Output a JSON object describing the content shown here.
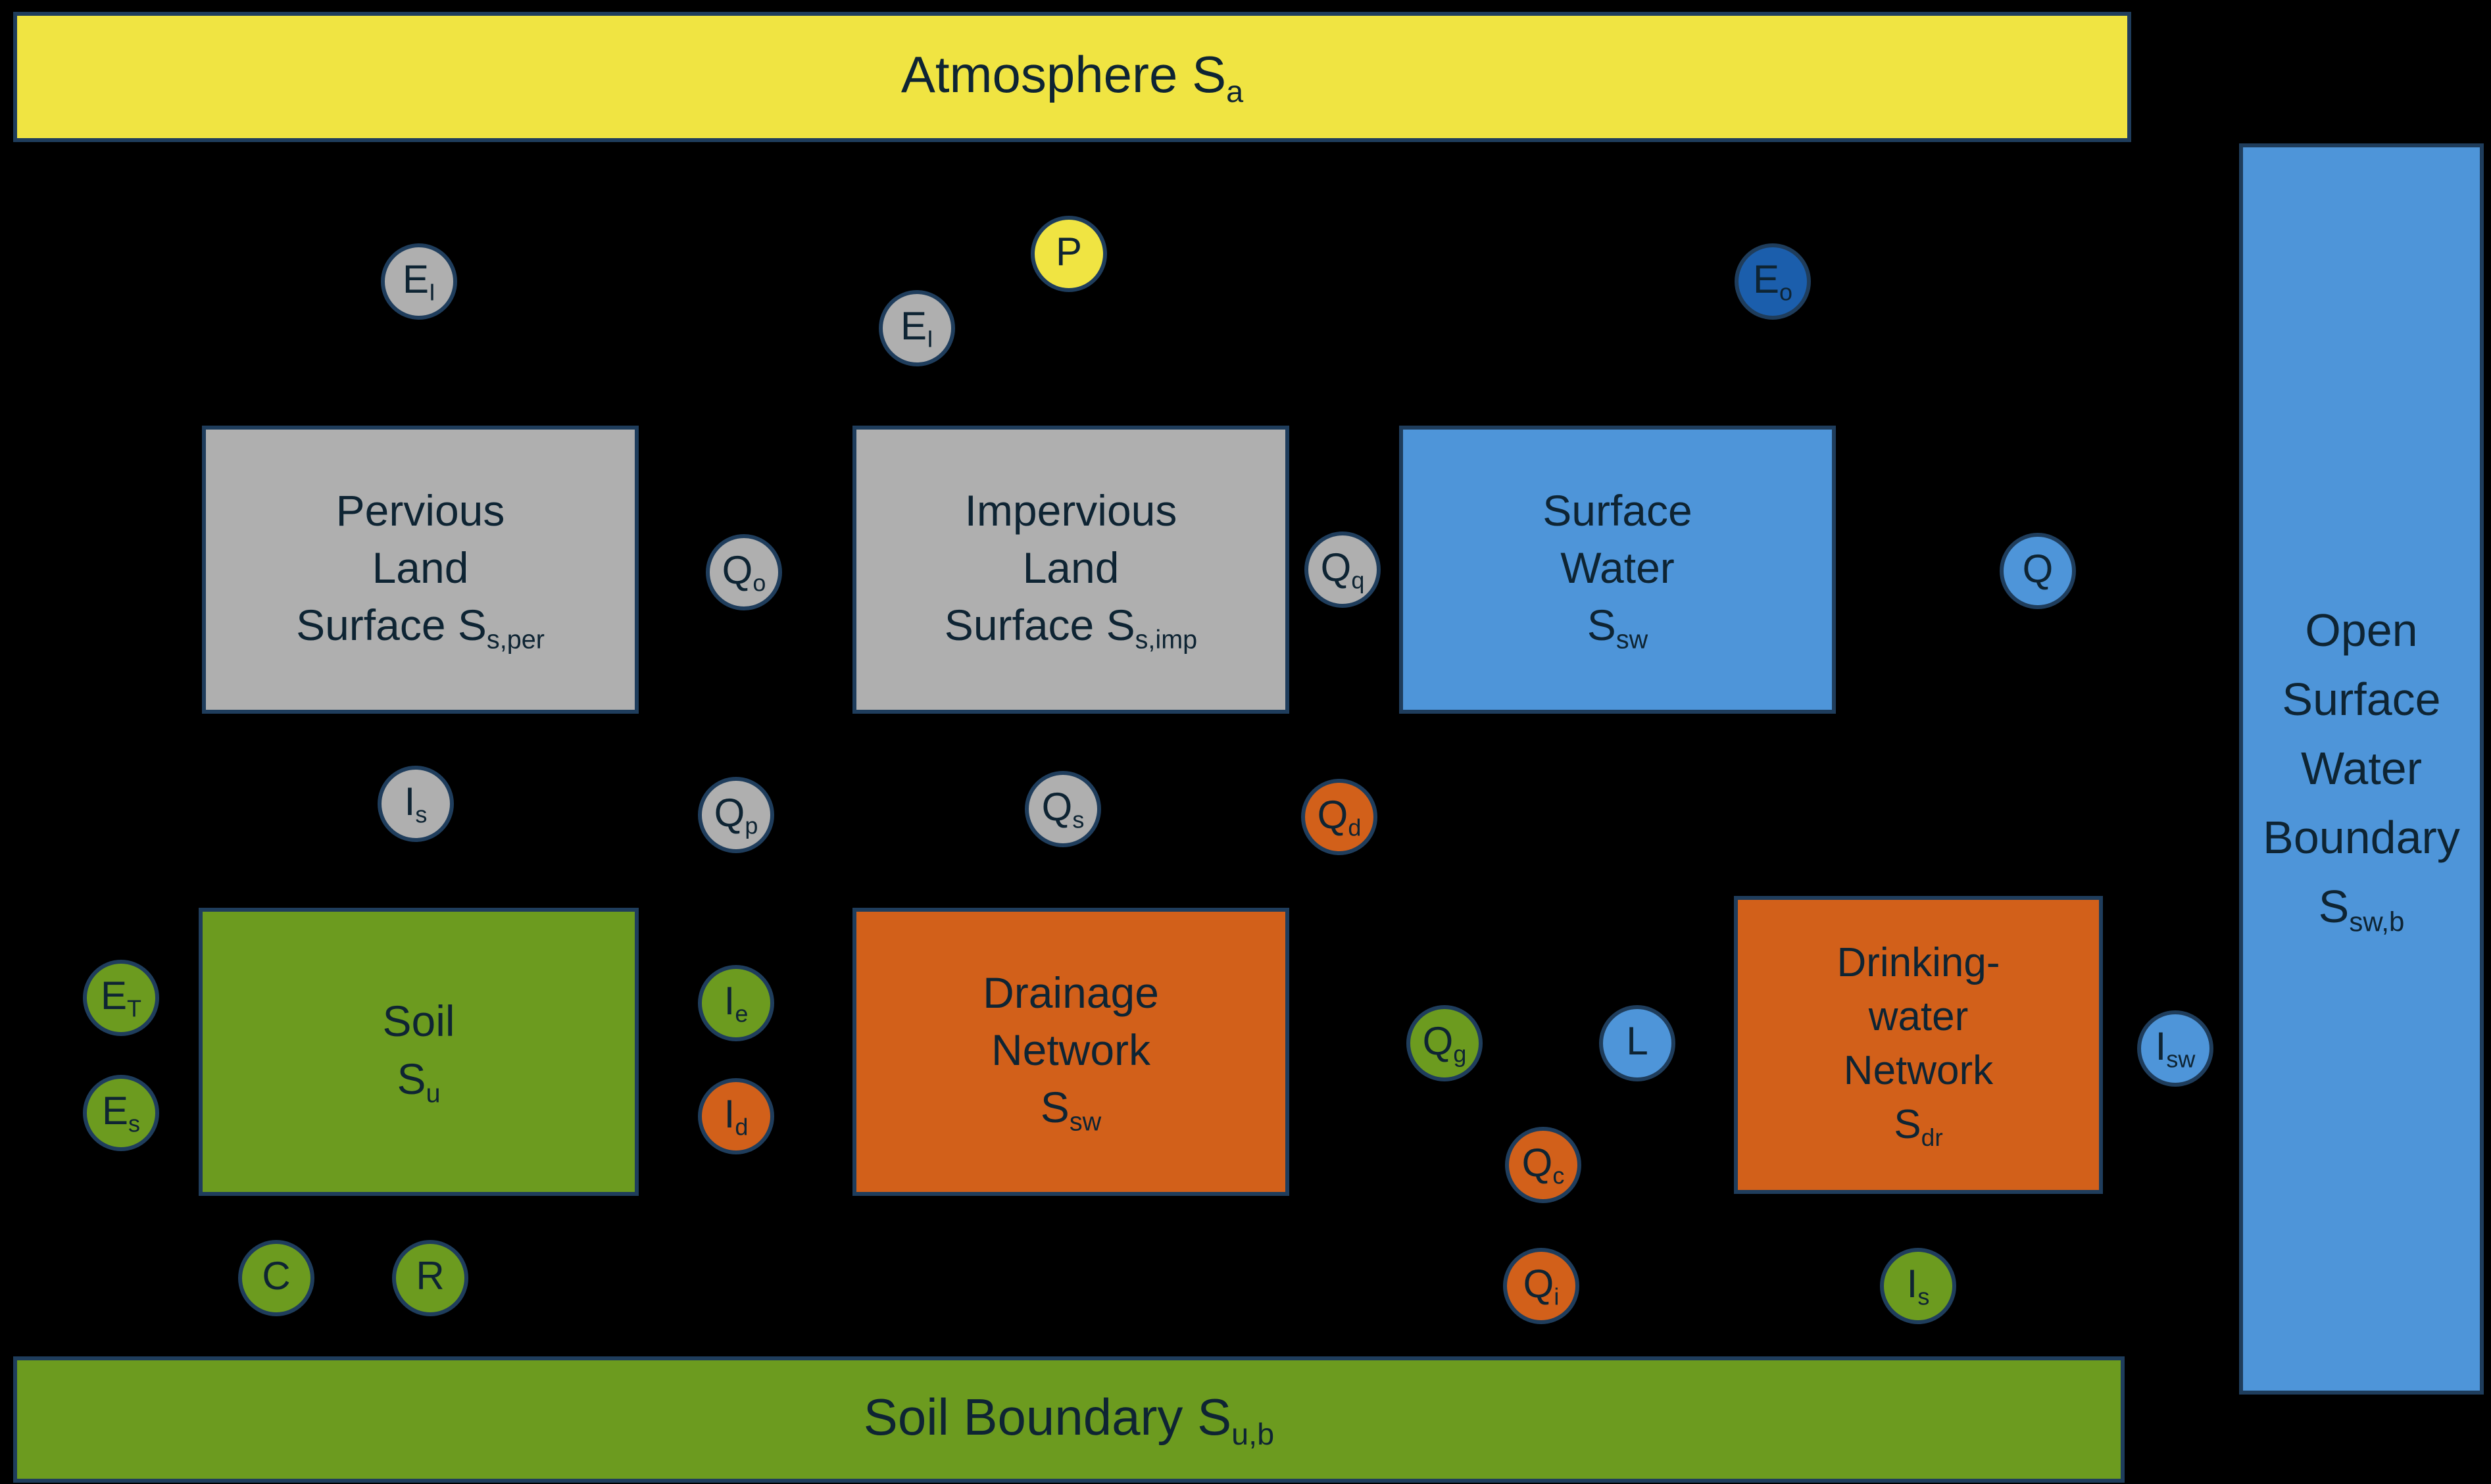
{
  "palette": {
    "background": "#000000",
    "yellow": "#f0e442",
    "gray": "#afafaf",
    "blue": "#4e95d9",
    "dark_blue": "#1b5eac",
    "green": "#6c9b1f",
    "orange": "#d2601a",
    "border": "#1f3d5c",
    "text": "#0e2433"
  },
  "banners": {
    "atmosphere": {
      "main": "Atmosphere S",
      "sub": "a"
    },
    "soil_boundary": {
      "main": "Soil Boundary S",
      "sub": "u,b"
    },
    "open_surface_water_boundary": {
      "line1": "Open",
      "line2": "Surface",
      "line3": "Water",
      "line4": "Boundary",
      "line5_main": "S",
      "line5_sub": "sw,b"
    }
  },
  "boxes": {
    "pervious": {
      "line1": "Pervious",
      "line2": "Land",
      "line3_main": "Surface S",
      "line3_sub": "s,per"
    },
    "impervious": {
      "line1": "Impervious",
      "line2": "Land",
      "line3_main": "Surface S",
      "line3_sub": "s,imp"
    },
    "surface_water": {
      "line1": "Surface",
      "line2": "Water",
      "line3_main": "S",
      "line3_sub": "sw"
    },
    "soil": {
      "line1": "Soil",
      "line2_main": "S",
      "line2_sub": "u"
    },
    "drainage": {
      "line1": "Drainage",
      "line2": "Network",
      "line3_main": "S",
      "line3_sub": "sw"
    },
    "drinking_water": {
      "line1": "Drinking-",
      "line2": "water",
      "line3": "Network",
      "line4_main": "S",
      "line4_sub": "dr"
    }
  },
  "flows": [
    {
      "id": "E_I-pervious",
      "main": "E",
      "sub": "I",
      "color": "gray"
    },
    {
      "id": "P",
      "main": "P",
      "sub": "",
      "color": "yellow"
    },
    {
      "id": "E_I-impervious",
      "main": "E",
      "sub": "I",
      "color": "gray"
    },
    {
      "id": "E_o",
      "main": "E",
      "sub": "o",
      "color": "dark_blue"
    },
    {
      "id": "Q_o",
      "main": "Q",
      "sub": "o",
      "color": "gray"
    },
    {
      "id": "Q_q",
      "main": "Q",
      "sub": "q",
      "color": "gray"
    },
    {
      "id": "Q",
      "main": "Q",
      "sub": "",
      "color": "blue"
    },
    {
      "id": "I_s-pervious",
      "main": "I",
      "sub": "s",
      "color": "gray"
    },
    {
      "id": "Q_p",
      "main": "Q",
      "sub": "p",
      "color": "gray"
    },
    {
      "id": "Q_s",
      "main": "Q",
      "sub": "s",
      "color": "gray"
    },
    {
      "id": "Q_d",
      "main": "Q",
      "sub": "d",
      "color": "orange"
    },
    {
      "id": "E_T",
      "main": "E",
      "sub": "T",
      "color": "green"
    },
    {
      "id": "E_s",
      "main": "E",
      "sub": "s",
      "color": "green"
    },
    {
      "id": "I_e",
      "main": "I",
      "sub": "e",
      "color": "green"
    },
    {
      "id": "I_d",
      "main": "I",
      "sub": "d",
      "color": "orange"
    },
    {
      "id": "Q_g",
      "main": "Q",
      "sub": "g",
      "color": "green"
    },
    {
      "id": "L",
      "main": "L",
      "sub": "",
      "color": "blue"
    },
    {
      "id": "Q_c",
      "main": "Q",
      "sub": "c",
      "color": "orange"
    },
    {
      "id": "Q_i",
      "main": "Q",
      "sub": "i",
      "color": "orange"
    },
    {
      "id": "I_s-drinking",
      "main": "I",
      "sub": "s",
      "color": "green"
    },
    {
      "id": "I_sw",
      "main": "I",
      "sub": "sw",
      "color": "blue"
    },
    {
      "id": "C",
      "main": "C",
      "sub": "",
      "color": "green"
    },
    {
      "id": "R",
      "main": "R",
      "sub": "",
      "color": "green"
    }
  ]
}
